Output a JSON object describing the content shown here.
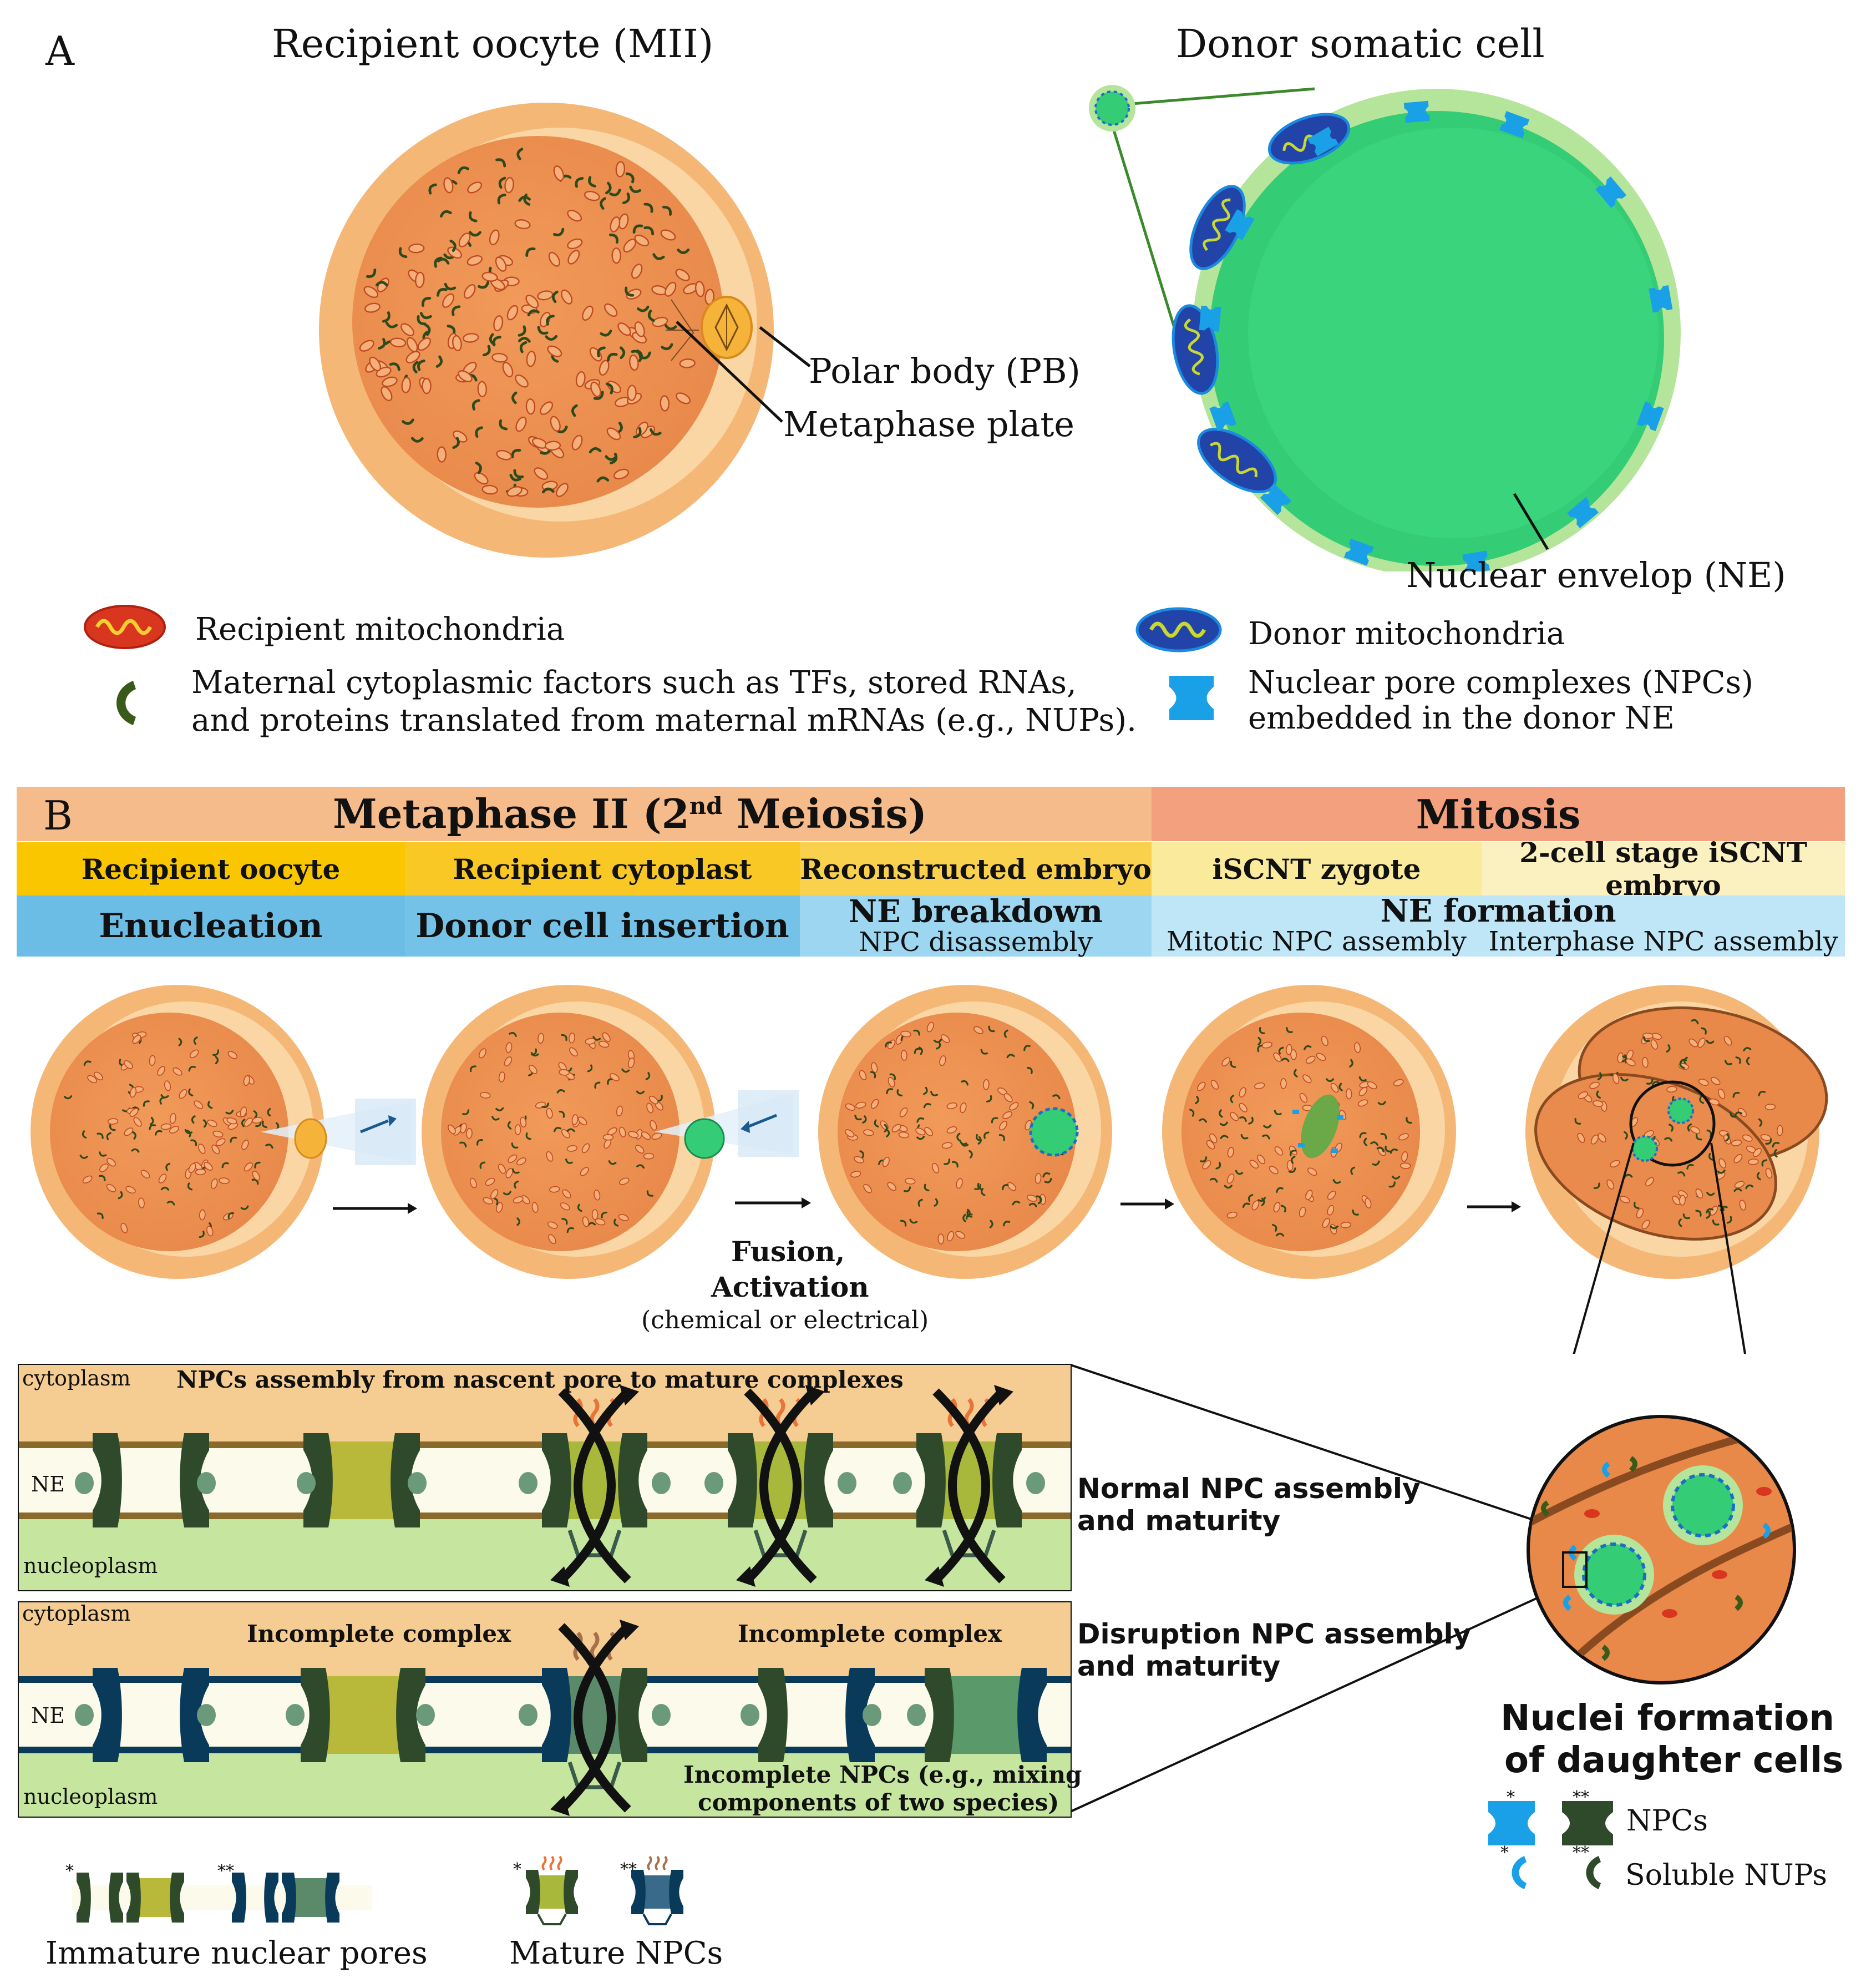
{
  "panel_a": {
    "letter": "A",
    "oocyte_title": "Recipient oocyte (MII)",
    "donor_title": "Donor somatic cell",
    "polar_body": "Polar body (PB)",
    "metaphase_plate": "Metaphase plate",
    "nuclear_envelope": "Nuclear envelop (NE)",
    "legend": {
      "recipient_mito": "Recipient mitochondria",
      "maternal_factors_1": "Maternal cytoplasmic factors such as TFs, stored RNAs,",
      "maternal_factors_2": "and proteins translated from maternal mRNAs (e.g., NUPs).",
      "donor_mito": "Donor mitochondria",
      "npc_1": "Nuclear pore complexes (NPCs)",
      "npc_2": "embedded in the donor NE"
    }
  },
  "panel_b": {
    "letter": "B",
    "phase_meiosis_pre": "Metaphase II (2",
    "phase_meiosis_sup": "nd",
    "phase_meiosis_post": " Meiosis)",
    "phase_mitosis": "Mitosis",
    "stages": [
      "Recipient oocyte",
      "Recipient cytoplast",
      "Reconstructed embryo",
      "iSCNT zygote",
      "2-cell stage iSCNT embryo"
    ],
    "steps": {
      "enucleation": "Enucleation",
      "insertion": "Donor cell insertion",
      "ne_breakdown": "NE breakdown",
      "npc_disassembly": "NPC disassembly",
      "ne_formation": "NE formation",
      "mitotic_npc": "Mitotic NPC assembly",
      "interphase_npc": "Interphase NPC assembly"
    },
    "fusion_1": "Fusion,",
    "fusion_2": "Activation",
    "fusion_3": "(chemical or electrical)",
    "box1": {
      "cytoplasm": "cytoplasm",
      "ne": "NE",
      "nucleoplasm": "nucleoplasm",
      "title": "NPCs assembly from nascent pore to mature complexes"
    },
    "box2": {
      "cytoplasm": "cytoplasm",
      "ne": "NE",
      "nucleoplasm": "nucleoplasm",
      "incomplete_1": "Incomplete complex",
      "incomplete_2": "Incomplete complex",
      "incomplete_npcs_1": "Incomplete NPCs (e.g., mixing",
      "incomplete_npcs_2": "components of two species)"
    },
    "normal_1": "Normal NPC assembly",
    "normal_2": "and maturity",
    "disrupt_1": "Disruption NPC assembly",
    "disrupt_2": "and maturity",
    "nuclei_1": "Nuclei formation",
    "nuclei_2": "of daughter cells",
    "legend": {
      "star1": "*",
      "star2": "**",
      "npcs": "NPCs",
      "soluble": "Soluble NUPs",
      "immature": "Immature nuclear pores",
      "mature": "Mature NPCs"
    }
  },
  "colors": {
    "zona": "#f5b776",
    "perivitelline": "#f9d6a4",
    "ooplasm": "#ef9857",
    "donor_nucleus": "#34cc74",
    "donor_cytoplasm": "#b5e59a",
    "npc_blue": "#1aa0e6",
    "meiosis_header": "#f6bb8a",
    "mitosis_header": "#f2a07d",
    "stage_gold": "#f9c600",
    "step_blue": "#6cbde6",
    "membrane_cyto": "#f5cd93",
    "membrane_nucleo": "#c6e6a0",
    "pore_dark": "#2f4a2a",
    "pore_olive": "#b8b83a",
    "pore_navy": "#0a3a5a"
  }
}
